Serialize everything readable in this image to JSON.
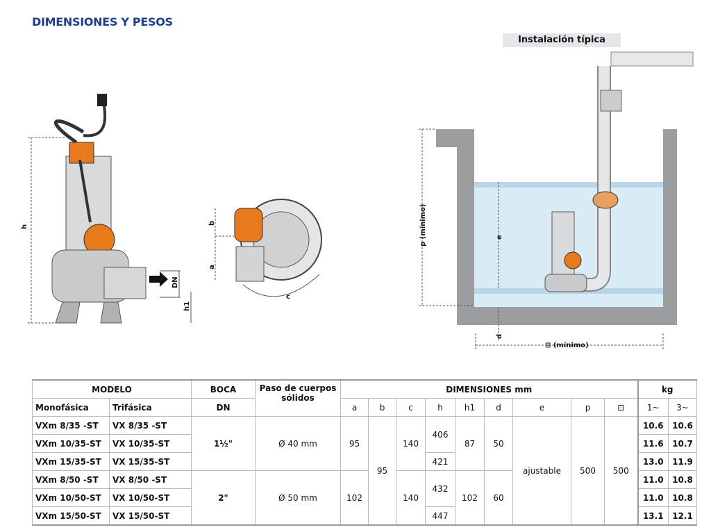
{
  "title": "DIMENSIONES Y PESOS",
  "installation_label": "Instalación típica",
  "diagram_labels": {
    "h": "h",
    "h1": "h1",
    "dn": "DN",
    "a": "a",
    "b": "b",
    "c": "c",
    "p": "p  (mínimo)",
    "e": "e",
    "d": "d",
    "square": "⊡  (mínimo)"
  },
  "table": {
    "headers": {
      "modelo": "MODELO",
      "monofasica": "Monofásica",
      "trifasica": "Trifásica",
      "boca": "BOCA",
      "dn": "DN",
      "paso": "Paso de cuerpos sólidos",
      "dimensiones": "DIMENSIONES mm",
      "kg": "kg",
      "cols": [
        "a",
        "b",
        "c",
        "h",
        "h1",
        "d",
        "e",
        "p",
        "⊡"
      ],
      "kg1": "1~",
      "kg3": "3~"
    },
    "rows": [
      {
        "mono": "VXm 8/35  -ST",
        "tri": "VX 8/35  -ST",
        "kg1": "10.6",
        "kg3": "10.6"
      },
      {
        "mono": "VXm 10/35-ST",
        "tri": "VX 10/35-ST",
        "kg1": "11.6",
        "kg3": "10.7"
      },
      {
        "mono": "VXm 15/35-ST",
        "tri": "VX 15/35-ST",
        "kg1": "13.0",
        "kg3": "11.9"
      },
      {
        "mono": "VXm 8/50  -ST",
        "tri": "VX 8/50  -ST",
        "kg1": "11.0",
        "kg3": "10.8"
      },
      {
        "mono": "VXm 10/50-ST",
        "tri": "VX 10/50-ST",
        "kg1": "11.0",
        "kg3": "10.8"
      },
      {
        "mono": "VXm 15/50-ST",
        "tri": "VX 15/50-ST",
        "kg1": "13.1",
        "kg3": "12.1"
      }
    ],
    "groups": [
      {
        "dn": "1½\"",
        "paso": "Ø 40 mm",
        "a": "95",
        "c": "140",
        "h1": "87",
        "d": "50",
        "h_top": "406",
        "h_bottom": "421"
      },
      {
        "dn": "2\"",
        "paso": "Ø 50 mm",
        "a": "102",
        "c": "140",
        "h1": "102",
        "d": "60",
        "h_top": "432",
        "h_bottom": "447"
      }
    ],
    "b": "95",
    "e": "ajustable",
    "p": "500",
    "square": "500"
  }
}
